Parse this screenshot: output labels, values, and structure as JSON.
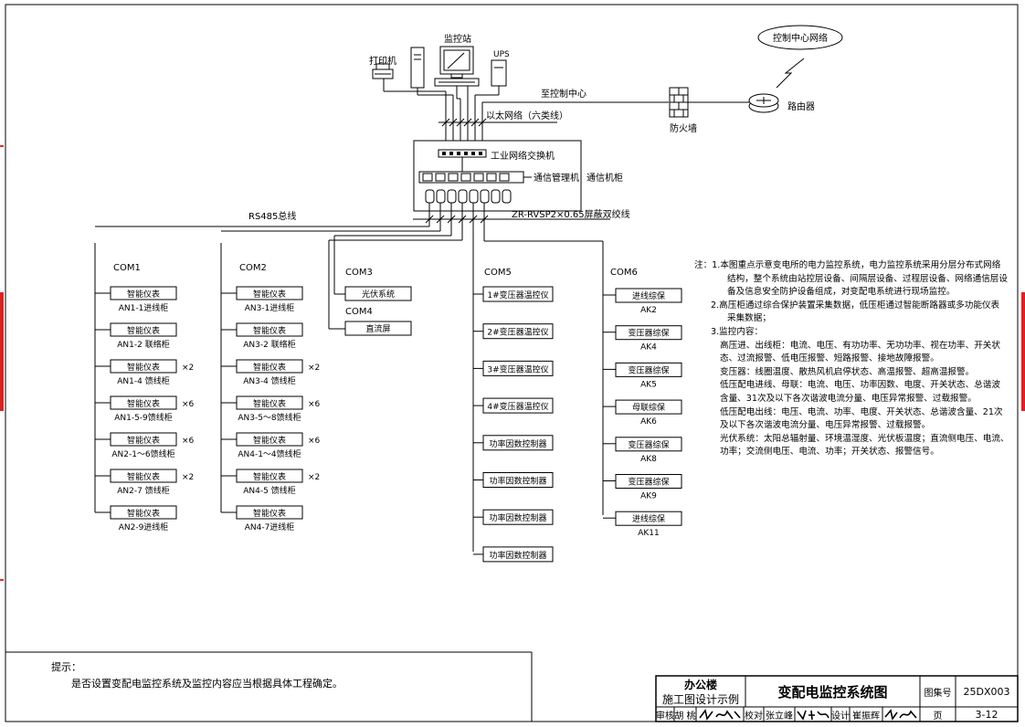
{
  "top": {
    "monitor_station": "监控站",
    "printer": "打印机",
    "ups": "UPS",
    "control_center_network": "控制中心网络",
    "to_control_center": "至控制中心",
    "firewall": "防火墙",
    "router": "路由器",
    "ethernet": "以太网络（六类线）",
    "switch": "工业网络交换机",
    "comm_manager": "通信管理机",
    "comm_cabinet": "通信机柜",
    "rs485": "RS485总线",
    "cable": "ZR-RVSP2×0.65屏蔽双绞线"
  },
  "com1": {
    "title": "COM1",
    "items": [
      {
        "box": "智能仪表",
        "label": "AN1-1进线柜",
        "mult": ""
      },
      {
        "box": "智能仪表",
        "label": "AN1-2 联络柜",
        "mult": ""
      },
      {
        "box": "智能仪表",
        "label": "AN1-4 馈线柜",
        "mult": "×2"
      },
      {
        "box": "智能仪表",
        "label": "AN1-5-9馈线柜",
        "mult": "×6"
      },
      {
        "box": "智能仪表",
        "label": "AN2-1～6馈线柜",
        "mult": "×6"
      },
      {
        "box": "智能仪表",
        "label": "AN2-7 馈线柜",
        "mult": "×2"
      },
      {
        "box": "智能仪表",
        "label": "AN2-9进线柜",
        "mult": ""
      }
    ]
  },
  "com2": {
    "title": "COM2",
    "items": [
      {
        "box": "智能仪表",
        "label": "AN3-1进线柜",
        "mult": ""
      },
      {
        "box": "智能仪表",
        "label": "AN3-2 联络柜",
        "mult": ""
      },
      {
        "box": "智能仪表",
        "label": "AN3-4 馈线柜",
        "mult": "×2"
      },
      {
        "box": "智能仪表",
        "label": "AN3-5～8馈线柜",
        "mult": "×6"
      },
      {
        "box": "智能仪表",
        "label": "AN4-1～4馈线柜",
        "mult": "×6"
      },
      {
        "box": "智能仪表",
        "label": "AN4-5 馈线柜",
        "mult": "×2"
      },
      {
        "box": "智能仪表",
        "label": "AN4-7进线柜",
        "mult": ""
      }
    ]
  },
  "com3": {
    "title": "COM3",
    "box": "光伏系统"
  },
  "com4": {
    "title": "COM4",
    "box": "直流屏"
  },
  "com5": {
    "title": "COM5",
    "items": [
      "1#变压器温控仪",
      "2#变压器温控仪",
      "3#变压器温控仪",
      "4#变压器温控仪",
      "功率因数控制器",
      "功率因数控制器",
      "功率因数控制器",
      "功率因数控制器"
    ]
  },
  "com6": {
    "title": "COM6",
    "items": [
      {
        "box": "进线综保",
        "label": "AK2",
        "pos": "above"
      },
      {
        "box": "变压器综保",
        "label": "AK4",
        "pos": "below"
      },
      {
        "box": "变压器综保",
        "label": "AK5",
        "pos": "below"
      },
      {
        "box": "母联综保",
        "label": "AK6",
        "pos": "below"
      },
      {
        "box": "变压器综保",
        "label": "AK8",
        "pos": "below"
      },
      {
        "box": "变压器综保",
        "label": "AK9",
        "pos": "below"
      },
      {
        "box": "进线综保",
        "label": "AK11",
        "pos": "below"
      }
    ]
  },
  "notes": [
    "注：1.本图重点示意变电所的电力监控系统，电力监控系统采用分层分布式网络",
    "结构，整个系统由站控层设备、间隔层设备、过程层设备、网络通信层设",
    "备及信息安全防护设备组成，对变配电系统进行现场监控。",
    "2.高压柜通过综合保护装置采集数据，低压柜通过智能断路器或多功能仪表",
    "采集数据；",
    "3.监控内容：",
    "高压进、出线柜：电流、电压、有功功率、无功功率、视在功率、开关状",
    "态、过流报警、低电压报警、短路报警、接地故障报警。",
    "变压器：线圈温度、散热风机启停状态、高温报警、超高温报警。",
    "低压配电进线、母联：电流、电压、功率因数、电度、开关状态、总谐波",
    "含量、31次及以下各次谐波电流分量、电压异常报警、过载报警。",
    "低压配电出线：电压、电流、功率、电度、开关状态、总谐波含量、21次",
    "及以下各次谐波电流分量、电压异常报警、过载报警。",
    "光伏系统：太阳总辐射量、环境温湿度、光伏板温度；直流侧电压、电流、",
    "功率；交流侧电压、电流、功率；开关状态、报警信号。"
  ],
  "tip": {
    "title": "提示：",
    "text": "是否设置变配电监控系统及监控内容应当根据具体工程确定。"
  },
  "title_block": {
    "project_line1": "办公楼",
    "project_line2": "施工图设计示例",
    "drawing_title": "变配电监控系统图",
    "atlas_label": "图集号",
    "atlas_no": "25DX003",
    "review_label": "审核",
    "reviewer": "胡 桃",
    "check_label": "校对",
    "checker": "张立峰",
    "design_label": "设计",
    "designer": "崔振辉",
    "page_label": "页",
    "page_no": "3-12"
  }
}
